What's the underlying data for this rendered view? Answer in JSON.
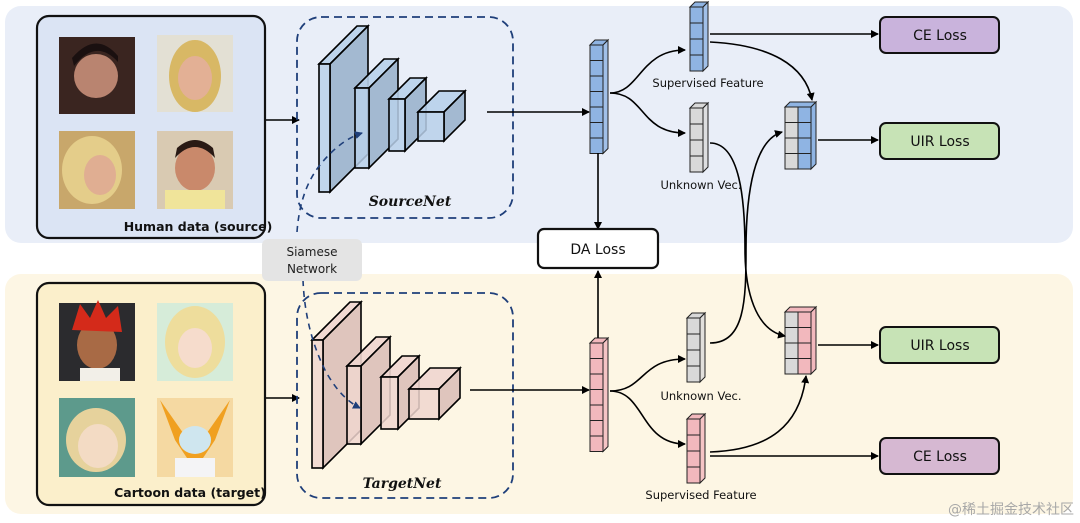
{
  "colors": {
    "source_panel_bg": "#e9eef8",
    "target_panel_bg": "#fdf6e4",
    "source_data_bg": "#dbe4f4",
    "target_data_bg": "#fbefcb",
    "source_block": "#b8d0ea",
    "source_block_dark": "#9bb3cc",
    "target_block": "#f0d6cf",
    "target_block_dark": "#dcc0b8",
    "source_vec": "#8fb4e3",
    "target_vec": "#f2b8bd",
    "unknown_vec": "#d9d9d9",
    "ce_loss": "#c9b3dc",
    "uir_loss": "#c7e3b6",
    "da_loss": "#ffffff",
    "siamese_bg": "#e4e4e4",
    "dashed": "#1f3f7a"
  },
  "source": {
    "data_label": "Human data (source)",
    "net_label": "SourceNet",
    "images": [
      "man-dark-hair",
      "blonde-woman-smiling",
      "blonde-woman-curly",
      "man-smiling"
    ],
    "supervised_label": "Supervised Feature",
    "unknown_label": "Unknown Vec.",
    "ce_loss": "CE Loss",
    "uir_loss": "UIR Loss"
  },
  "target": {
    "data_label": "Cartoon data (target)",
    "net_label": "TargetNet",
    "images": [
      "cartoon-red-hair-boy",
      "anime-blonde-girl",
      "cartoon-blonde-girl",
      "cartoon-robot"
    ],
    "supervised_label": "Supervised Feature",
    "unknown_label": "Unknown Vec.",
    "ce_loss": "CE Loss",
    "uir_loss": "UIR Loss"
  },
  "shared": {
    "da_loss": "DA Loss",
    "siamese_line1": "Siamese",
    "siamese_line2": "Network"
  },
  "watermark": "@稀土掘金技术社区"
}
